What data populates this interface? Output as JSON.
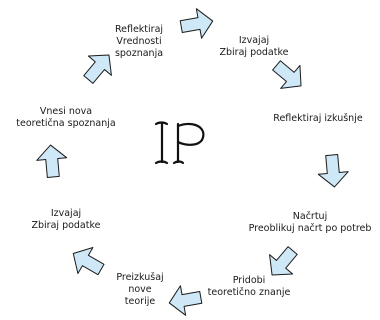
{
  "center_mark": "IP",
  "steps": [
    {
      "id": "izvajaj-top",
      "lines": [
        "Izvajaj",
        "Zbiraj podatke"
      ]
    },
    {
      "id": "reflektiraj-izkusnje",
      "lines": [
        "Reflektiraj izkušnje"
      ]
    },
    {
      "id": "nacrtuj",
      "lines": [
        "Načrtuj",
        "Preoblikuj načrt po potreb"
      ]
    },
    {
      "id": "pridobi",
      "lines": [
        "Pridobi",
        "teoretično znanje"
      ]
    },
    {
      "id": "preizkusaj",
      "lines": [
        "Preizkušaj",
        "nove",
        "teorije"
      ]
    },
    {
      "id": "izvajaj-left",
      "lines": [
        "Izvajaj",
        "Zbiraj podatke"
      ]
    },
    {
      "id": "vnesi",
      "lines": [
        "Vnesi nova",
        "teoretična spoznanja"
      ]
    },
    {
      "id": "reflektiraj-vrednosti",
      "lines": [
        "Reflektiraj",
        "Vrednosti",
        "spoznanja"
      ]
    }
  ],
  "colors": {
    "arrow_fill": "#cfe8f7",
    "arrow_stroke": "#1b1b1b",
    "text": "#1a1a1a"
  }
}
